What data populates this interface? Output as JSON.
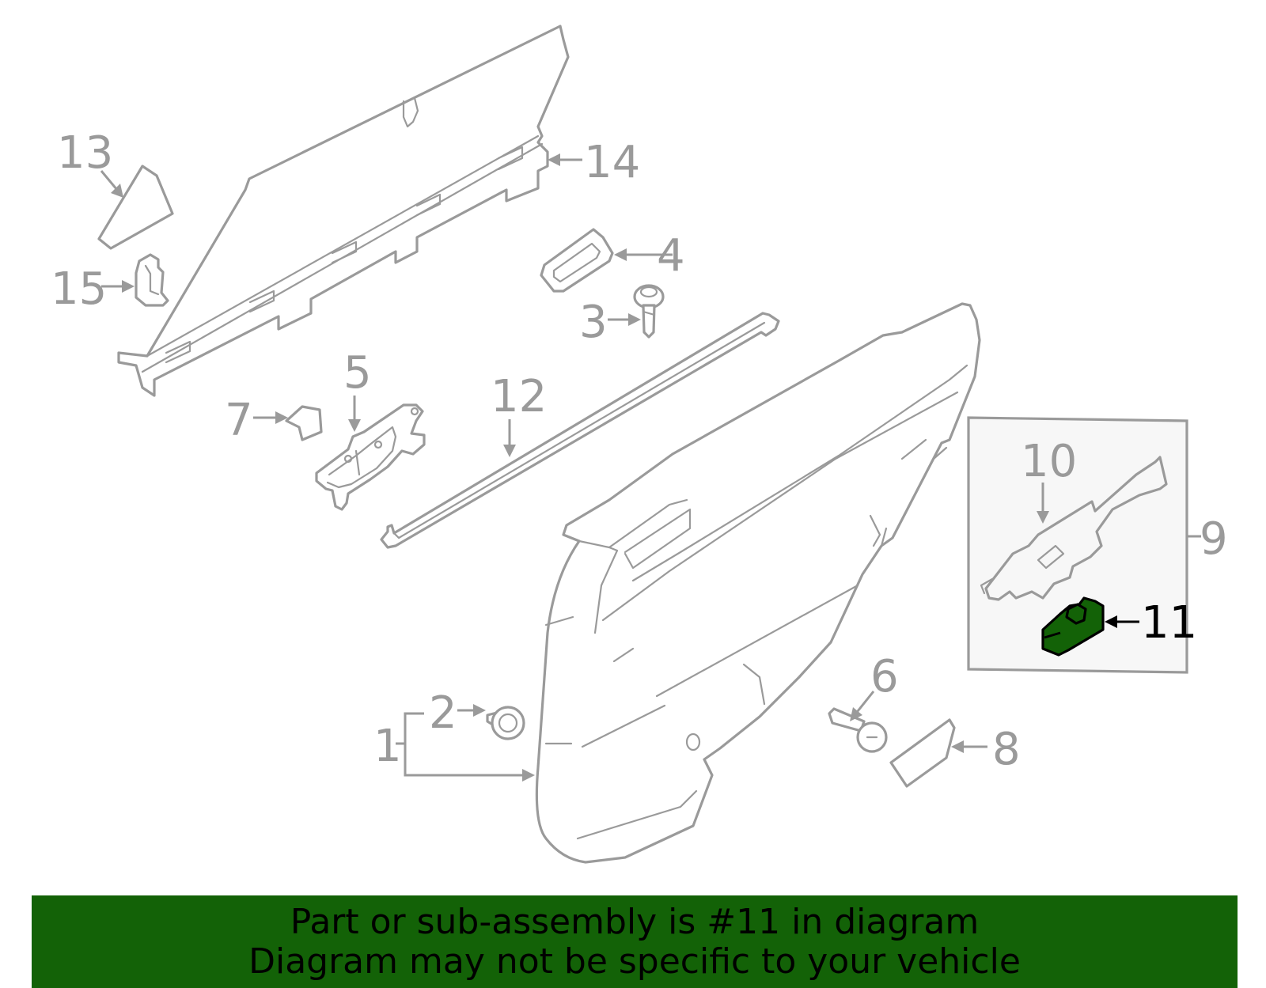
{
  "callouts": {
    "c1": "1",
    "c2": "2",
    "c3": "3",
    "c4": "4",
    "c5": "5",
    "c6": "6",
    "c7": "7",
    "c8": "8",
    "c9": "9",
    "c10": "10",
    "c11": "11",
    "c12": "12",
    "c13": "13",
    "c14": "14",
    "c15": "15"
  },
  "highlight": {
    "part_number": "11",
    "color": "#136207"
  },
  "banner": {
    "line1": "Part or sub-assembly is #11 in diagram",
    "line2": "Diagram may not be specific to your vehicle",
    "background": "#136207"
  },
  "colors": {
    "line_art": "#9a9a9a",
    "callout_text": "#9a9a9a",
    "highlight_text": "#000000",
    "inset_background": "#f7f7f7"
  }
}
